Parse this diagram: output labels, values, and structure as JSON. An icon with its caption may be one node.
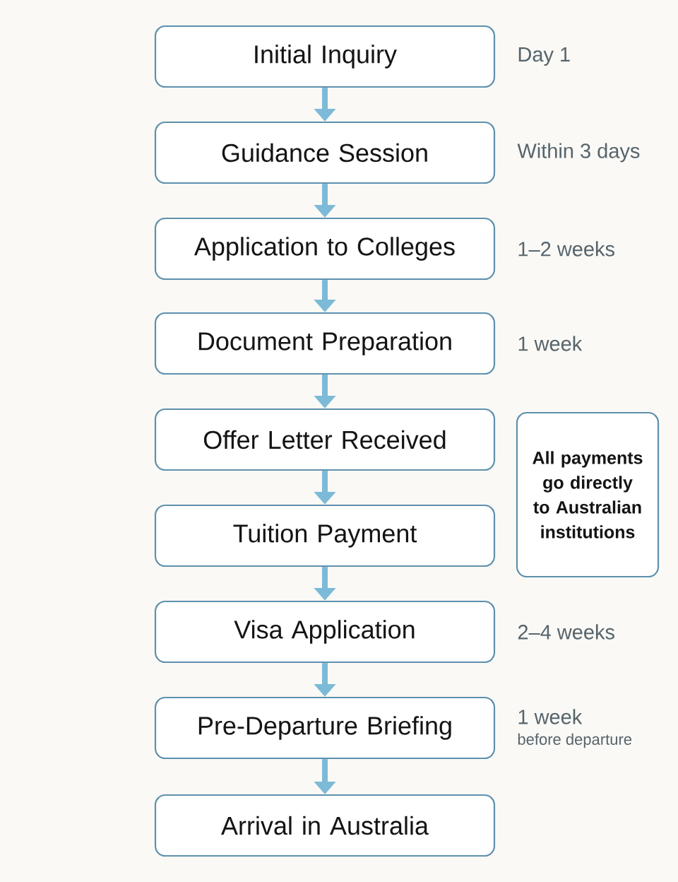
{
  "diagram": {
    "nodes": [
      {
        "text": [
          "Initial Inquiry"
        ],
        "beside": [
          "Day 1"
        ]
      },
      {
        "text": [
          "Guidance Session"
        ],
        "beside": [
          "Within 3 days"
        ]
      },
      {
        "text": [
          "Application to Colleges"
        ],
        "beside": [
          "1–2 weeks"
        ]
      },
      {
        "text": [
          "Document Preparation"
        ],
        "beside": [
          "1 week"
        ]
      },
      {
        "text": [
          "Offer Letter Received"
        ]
      },
      {
        "text": [
          "Tuition Payment"
        ]
      },
      {
        "text": [
          "Visa Application"
        ],
        "beside": [
          "2–4 weeks"
        ]
      },
      {
        "text": [
          "Pre-Departure Briefing"
        ],
        "beside": [
          "1 week",
          "before departure"
        ]
      },
      {
        "text": [
          "Arrival in Australia"
        ]
      },
      {
        "text": [
          "All payments go directly to Australian institutions"
        ]
      }
    ],
    "edges": [
      {
        "from": 0,
        "to": 1,
        "arrow": "to"
      },
      {
        "from": 1,
        "to": 2,
        "arrow": "to"
      },
      {
        "from": 2,
        "to": 3,
        "arrow": "to"
      },
      {
        "from": 3,
        "to": 4,
        "arrow": "to"
      },
      {
        "from": 4,
        "to": 5,
        "arrow": "to"
      },
      {
        "from": 5,
        "to": 6,
        "arrow": "to"
      },
      {
        "from": 6,
        "to": 7,
        "arrow": "to"
      },
      {
        "from": 7,
        "to": 8,
        "arrow": "to"
      }
    ]
  }
}
